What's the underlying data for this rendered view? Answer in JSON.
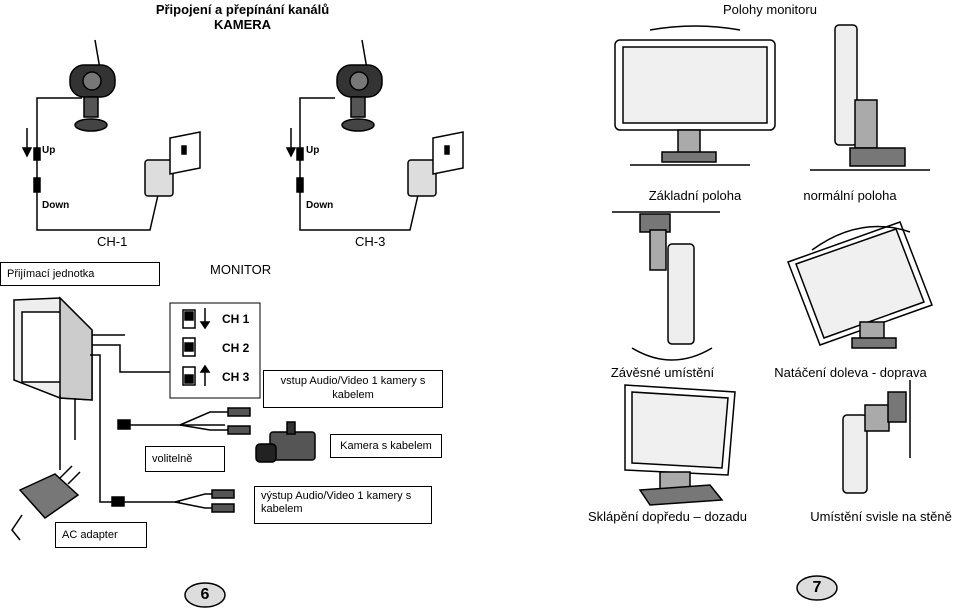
{
  "left": {
    "title_line1": "Připojení a přepínání kanálů",
    "title_line2": "KAMERA",
    "camera_labels": [
      "CH-1",
      "CH-3"
    ],
    "up_label": "Up",
    "down_label": "Down",
    "receiver_label": "Přijímací jednotka",
    "monitor_label": "MONITOR",
    "channels": [
      "CH 1",
      "CH 2",
      "CH 3"
    ],
    "av_in_label": "vstup Audio/Video 1 kamery s kabelem",
    "optional_label": "volitelně",
    "wired_camera_label": "Kamera s kabelem",
    "av_out_label": "výstup Audio/Video 1 kamery s kabelem",
    "ac_adapter_label": "AC adapter",
    "page_number": "6"
  },
  "right": {
    "title": "Polohy monitoru",
    "positions": [
      "Základní poloha",
      "normální poloha",
      "Závěsné umístění",
      "Natáčení doleva - doprava",
      "Sklápění dopředu – dozadu",
      "Umístění svisle na stěně"
    ],
    "page_number": "7"
  }
}
